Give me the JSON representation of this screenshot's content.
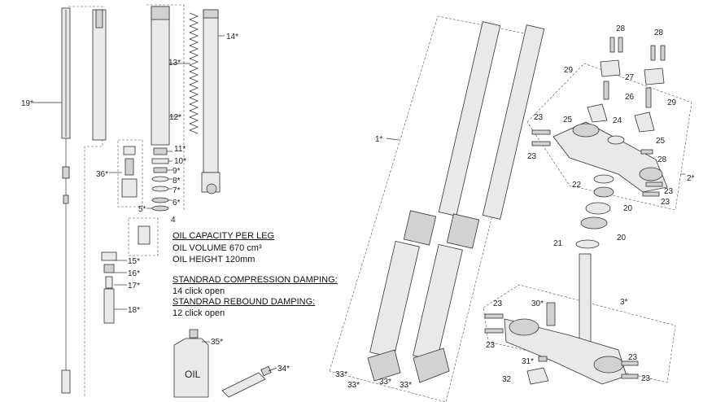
{
  "notes": {
    "oil_heading": "OIL CAPACITY PER LEG",
    "oil_volume": "OIL VOLUME 670 cm³",
    "oil_height": "OIL HEIGHT 120mm",
    "compression_heading": "STANDRAD COMPRESSION DAMPING:",
    "compression_value": "14 click open",
    "rebound_heading": "STANDRAD REBOUND DAMPING:",
    "rebound_value": "12 click open"
  },
  "bottle_label": "OIL",
  "labels": {
    "p19": "19*",
    "p14": "14*",
    "p13": "13*",
    "p12": "12*",
    "p11": "11*",
    "p10": "10*",
    "p9": "9*",
    "p8": "8*",
    "p7": "7*",
    "p6": "6*",
    "p5": "5*",
    "p4": "4",
    "p36": "36*",
    "p15": "15*",
    "p16": "16*",
    "p17": "17*",
    "p18": "18*",
    "p35": "35*",
    "p34": "34*",
    "p1": "1*",
    "p33a": "33*",
    "p33b": "33*",
    "p33c": "33*",
    "p33d": "33*",
    "p28a": "28",
    "p28b": "28",
    "p28c": "28",
    "p29a": "29",
    "p29b": "29",
    "p27": "27",
    "p26": "26",
    "p25a": "25",
    "p25b": "25",
    "p24": "24",
    "p23a": "23",
    "p23b": "23",
    "p23c": "23",
    "p23d": "23",
    "p23e": "23",
    "p23f": "23",
    "p23g": "23",
    "p23h": "23",
    "p2": "2*",
    "p22": "22",
    "p20a": "20",
    "p20b": "20",
    "p21": "21",
    "p3": "3*",
    "p30": "30*",
    "p31": "31*",
    "p32": "32"
  },
  "colors": {
    "line": "#333333",
    "part_fill": "#e9e9e9",
    "part_shade": "#d2d2d2"
  }
}
